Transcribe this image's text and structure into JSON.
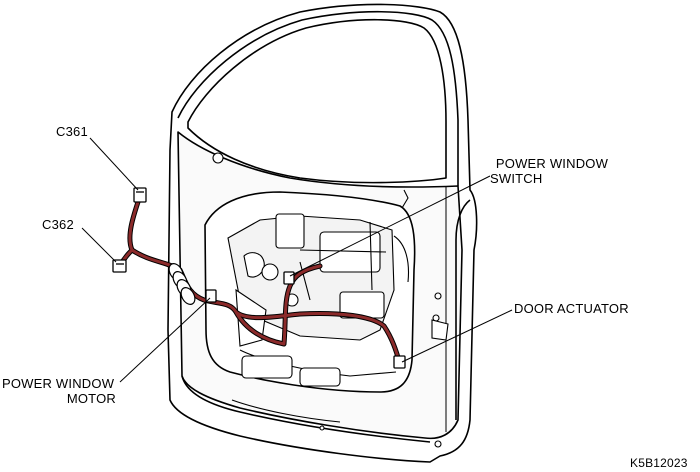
{
  "diagram": {
    "labels": {
      "c361": "C361",
      "c362": "C362",
      "power_window_switch_line1": "POWER WINDOW",
      "power_window_switch_line2": "SWITCH",
      "door_actuator": "DOOR ACTUATOR",
      "power_window_motor_line1": "POWER WINDOW",
      "power_window_motor_line2": "MOTOR",
      "figure_code": "K5B12023"
    },
    "colors": {
      "harness": "#8b2a2a",
      "outline": "#000000",
      "door_fill": "#ffffff",
      "shadow": "#dcdcdc"
    }
  }
}
